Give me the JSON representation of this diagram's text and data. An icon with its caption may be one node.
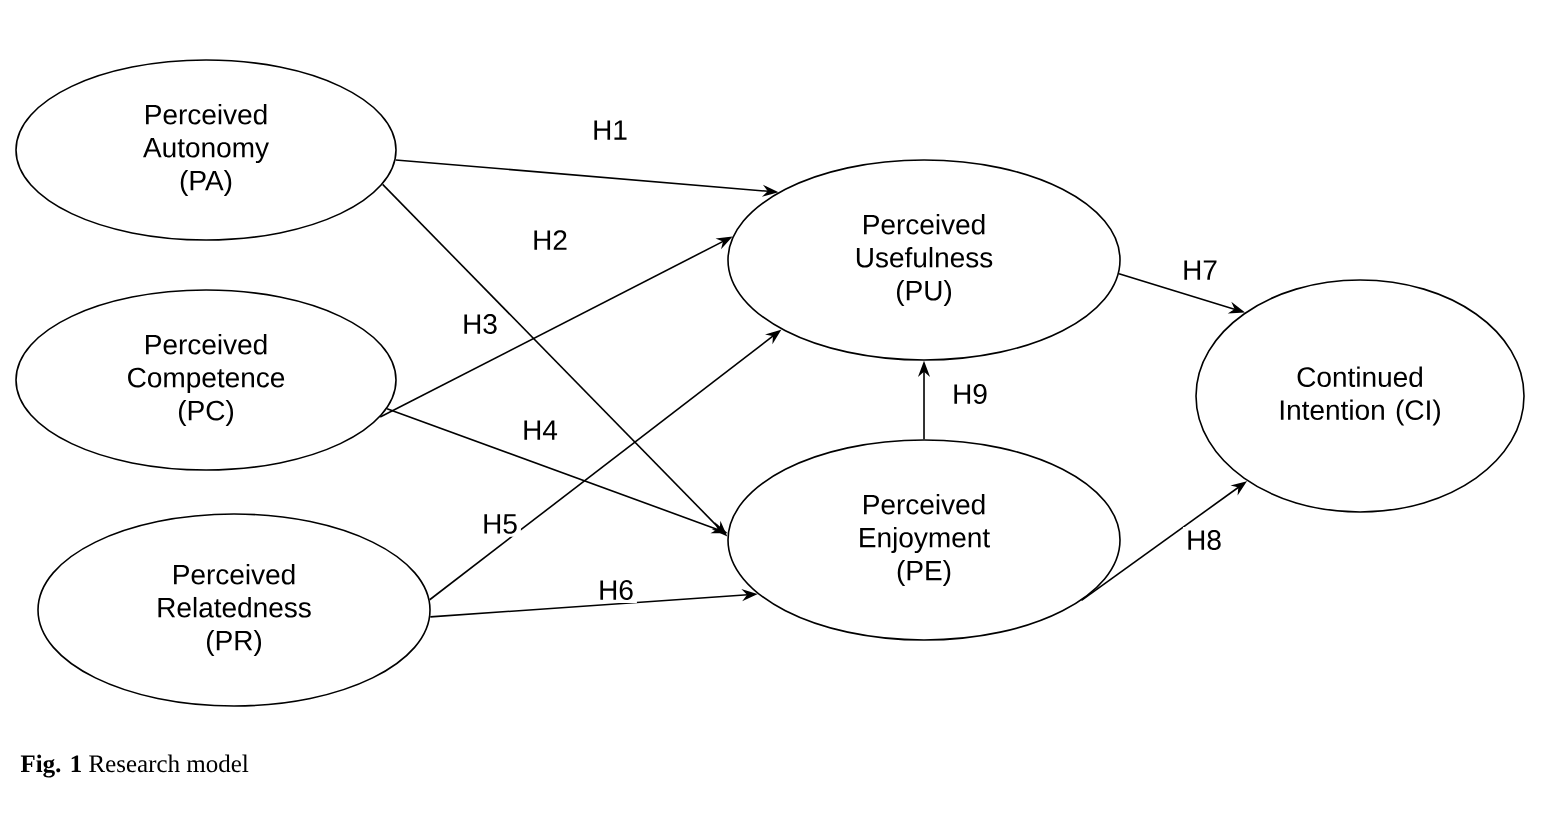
{
  "diagram": {
    "caption": "**Fig. 1**  Research model",
    "nodes": [
      {
        "text": [
          "Perceived Autonomy (PA)"
        ]
      },
      {
        "text": [
          "Perceived Competence (PC)"
        ]
      },
      {
        "text": [
          "Perceived Relatedness (PR)"
        ]
      },
      {
        "text": [
          "Perceived Usefulness (PU)"
        ]
      },
      {
        "text": [
          "Perceived Enjoyment (PE)"
        ]
      },
      {
        "text": [
          "Continued Intention (CI)"
        ]
      }
    ],
    "edges": [
      {
        "from": 0,
        "to": 3,
        "arrow": "to",
        "label": "H1"
      },
      {
        "from": 0,
        "to": 4,
        "arrow": "to",
        "label": "H2"
      },
      {
        "from": 1,
        "to": 3,
        "arrow": "to",
        "label": "H3"
      },
      {
        "from": 1,
        "to": 4,
        "arrow": "to",
        "label": "H4"
      },
      {
        "from": 2,
        "to": 3,
        "arrow": "to",
        "label": "H5"
      },
      {
        "from": 2,
        "to": 4,
        "arrow": "to",
        "label": "H6"
      },
      {
        "from": 3,
        "to": 5,
        "arrow": "to",
        "label": "H7"
      },
      {
        "from": 4,
        "to": 5,
        "arrow": "to",
        "label": "H8"
      },
      {
        "from": 4,
        "to": 3,
        "arrow": "to",
        "label": "H9"
      }
    ]
  }
}
